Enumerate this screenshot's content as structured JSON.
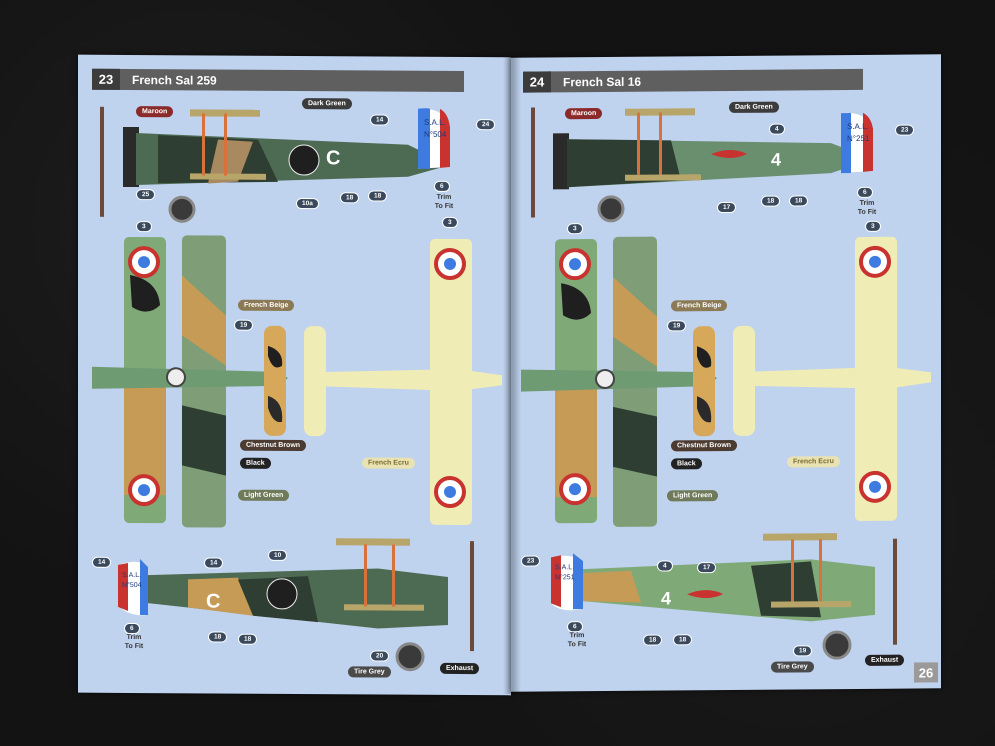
{
  "colors": {
    "page": "#bfd2ee",
    "header_bar": "#5f5f5f",
    "maroon": "#8b2a2a",
    "dark_green": "#3c3c3c",
    "french_beige": "#8b7a55",
    "chestnut_brown": "#4b3b30",
    "black": "#222222",
    "light_green": "#6f7a5a",
    "french_ecru": "#e9e3b3",
    "tire_grey": "#4a4a4a",
    "exhaust": "#222222"
  },
  "left_page": {
    "number": "23",
    "title": "French Sal 259",
    "labels": {
      "maroon": "Maroon",
      "dark_green": "Dark Green",
      "french_beige": "French Beige",
      "chestnut_brown": "Chestnut Brown",
      "black": "Black",
      "light_green": "Light Green",
      "french_ecru": "French Ecru",
      "tire_grey": "Tire Grey",
      "exhaust": "Exhaust"
    },
    "trim_note": [
      "Trim",
      "To Fit"
    ],
    "trim_note_bottom": [
      "Trim",
      "To Fit"
    ],
    "fuselage_letter": "C",
    "rudder_text": [
      "S.A.L.",
      "N°504"
    ],
    "rudder_text_bottom": [
      "S.A.L.",
      "N°504"
    ],
    "badges": {
      "b14_top": "14",
      "b24": "24",
      "b25": "25",
      "b10a": "10a",
      "b18a": "18",
      "b18b": "18",
      "b6_top": "6",
      "b3_left": "3",
      "b3_right": "3",
      "b19": "19",
      "b14_bl": "14",
      "b14_bm": "14",
      "b10": "10",
      "b6_bottom": "6",
      "b18c": "18",
      "b18d": "18",
      "b20": "20"
    }
  },
  "right_page": {
    "number": "24",
    "title": "French Sal 16",
    "page_number": "26",
    "labels": {
      "maroon": "Maroon",
      "dark_green": "Dark Green",
      "french_beige": "French Beige",
      "chestnut_brown": "Chestnut Brown",
      "black": "Black",
      "light_green": "Light Green",
      "french_ecru": "French Ecru",
      "tire_grey": "Tire Grey",
      "exhaust": "Exhaust"
    },
    "trim_note": [
      "Trim",
      "To Fit"
    ],
    "trim_note_bottom": [
      "Trim",
      "To Fit"
    ],
    "fuselage_number": "4",
    "rudder_text": [
      "S.A.L.",
      "N°251"
    ],
    "rudder_text_bottom": [
      "S.A.L.",
      "N°251"
    ],
    "badges": {
      "b4": "4",
      "b23": "23",
      "b17_top": "17",
      "b18a": "18",
      "b18b": "18",
      "b6_top": "6",
      "b3_left": "3",
      "b3_right": "3",
      "b19": "19",
      "b23_bl": "23",
      "b4_bm": "4",
      "b17_bm": "17",
      "b6_bottom": "6",
      "b18c": "18",
      "b18d": "18",
      "b19_bottom": "19"
    }
  }
}
